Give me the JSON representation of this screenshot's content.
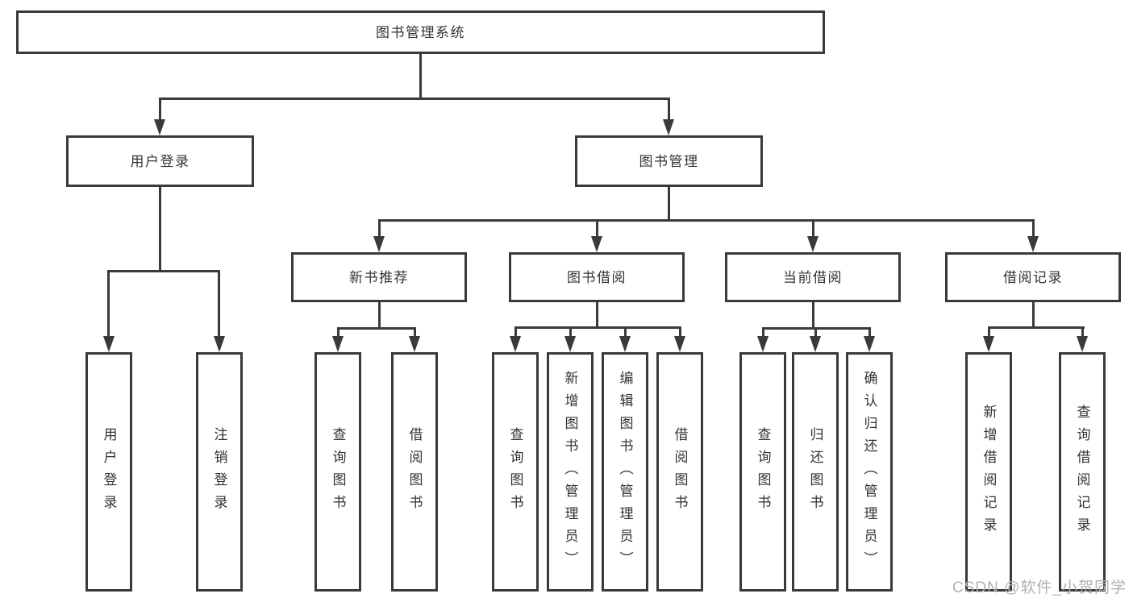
{
  "tree": {
    "root": "图书管理系统",
    "children": [
      {
        "label": "用户登录",
        "children": [
          {
            "label": "用户登录"
          },
          {
            "label": "注销登录"
          }
        ]
      },
      {
        "label": "图书管理",
        "children": [
          {
            "label": "新书推荐",
            "children": [
              {
                "label": "查询图书"
              },
              {
                "label": "借阅图书"
              }
            ]
          },
          {
            "label": "图书借阅",
            "children": [
              {
                "label": "查询图书"
              },
              {
                "label": "新增图书（管理员）"
              },
              {
                "label": "编辑图书（管理员）"
              },
              {
                "label": "借阅图书"
              }
            ]
          },
          {
            "label": "当前借阅",
            "children": [
              {
                "label": "查询图书"
              },
              {
                "label": "归还图书"
              },
              {
                "label": "确认归还（管理员）"
              }
            ]
          },
          {
            "label": "借阅记录",
            "children": [
              {
                "label": "新增借阅记录"
              },
              {
                "label": "查询借阅记录"
              }
            ]
          }
        ]
      }
    ]
  },
  "watermark": "CSDN @软件_小贺同学",
  "colors": {
    "line": "#3a3a3a",
    "text": "#333333",
    "watermark": "#b1b1b1",
    "background": "#ffffff"
  }
}
